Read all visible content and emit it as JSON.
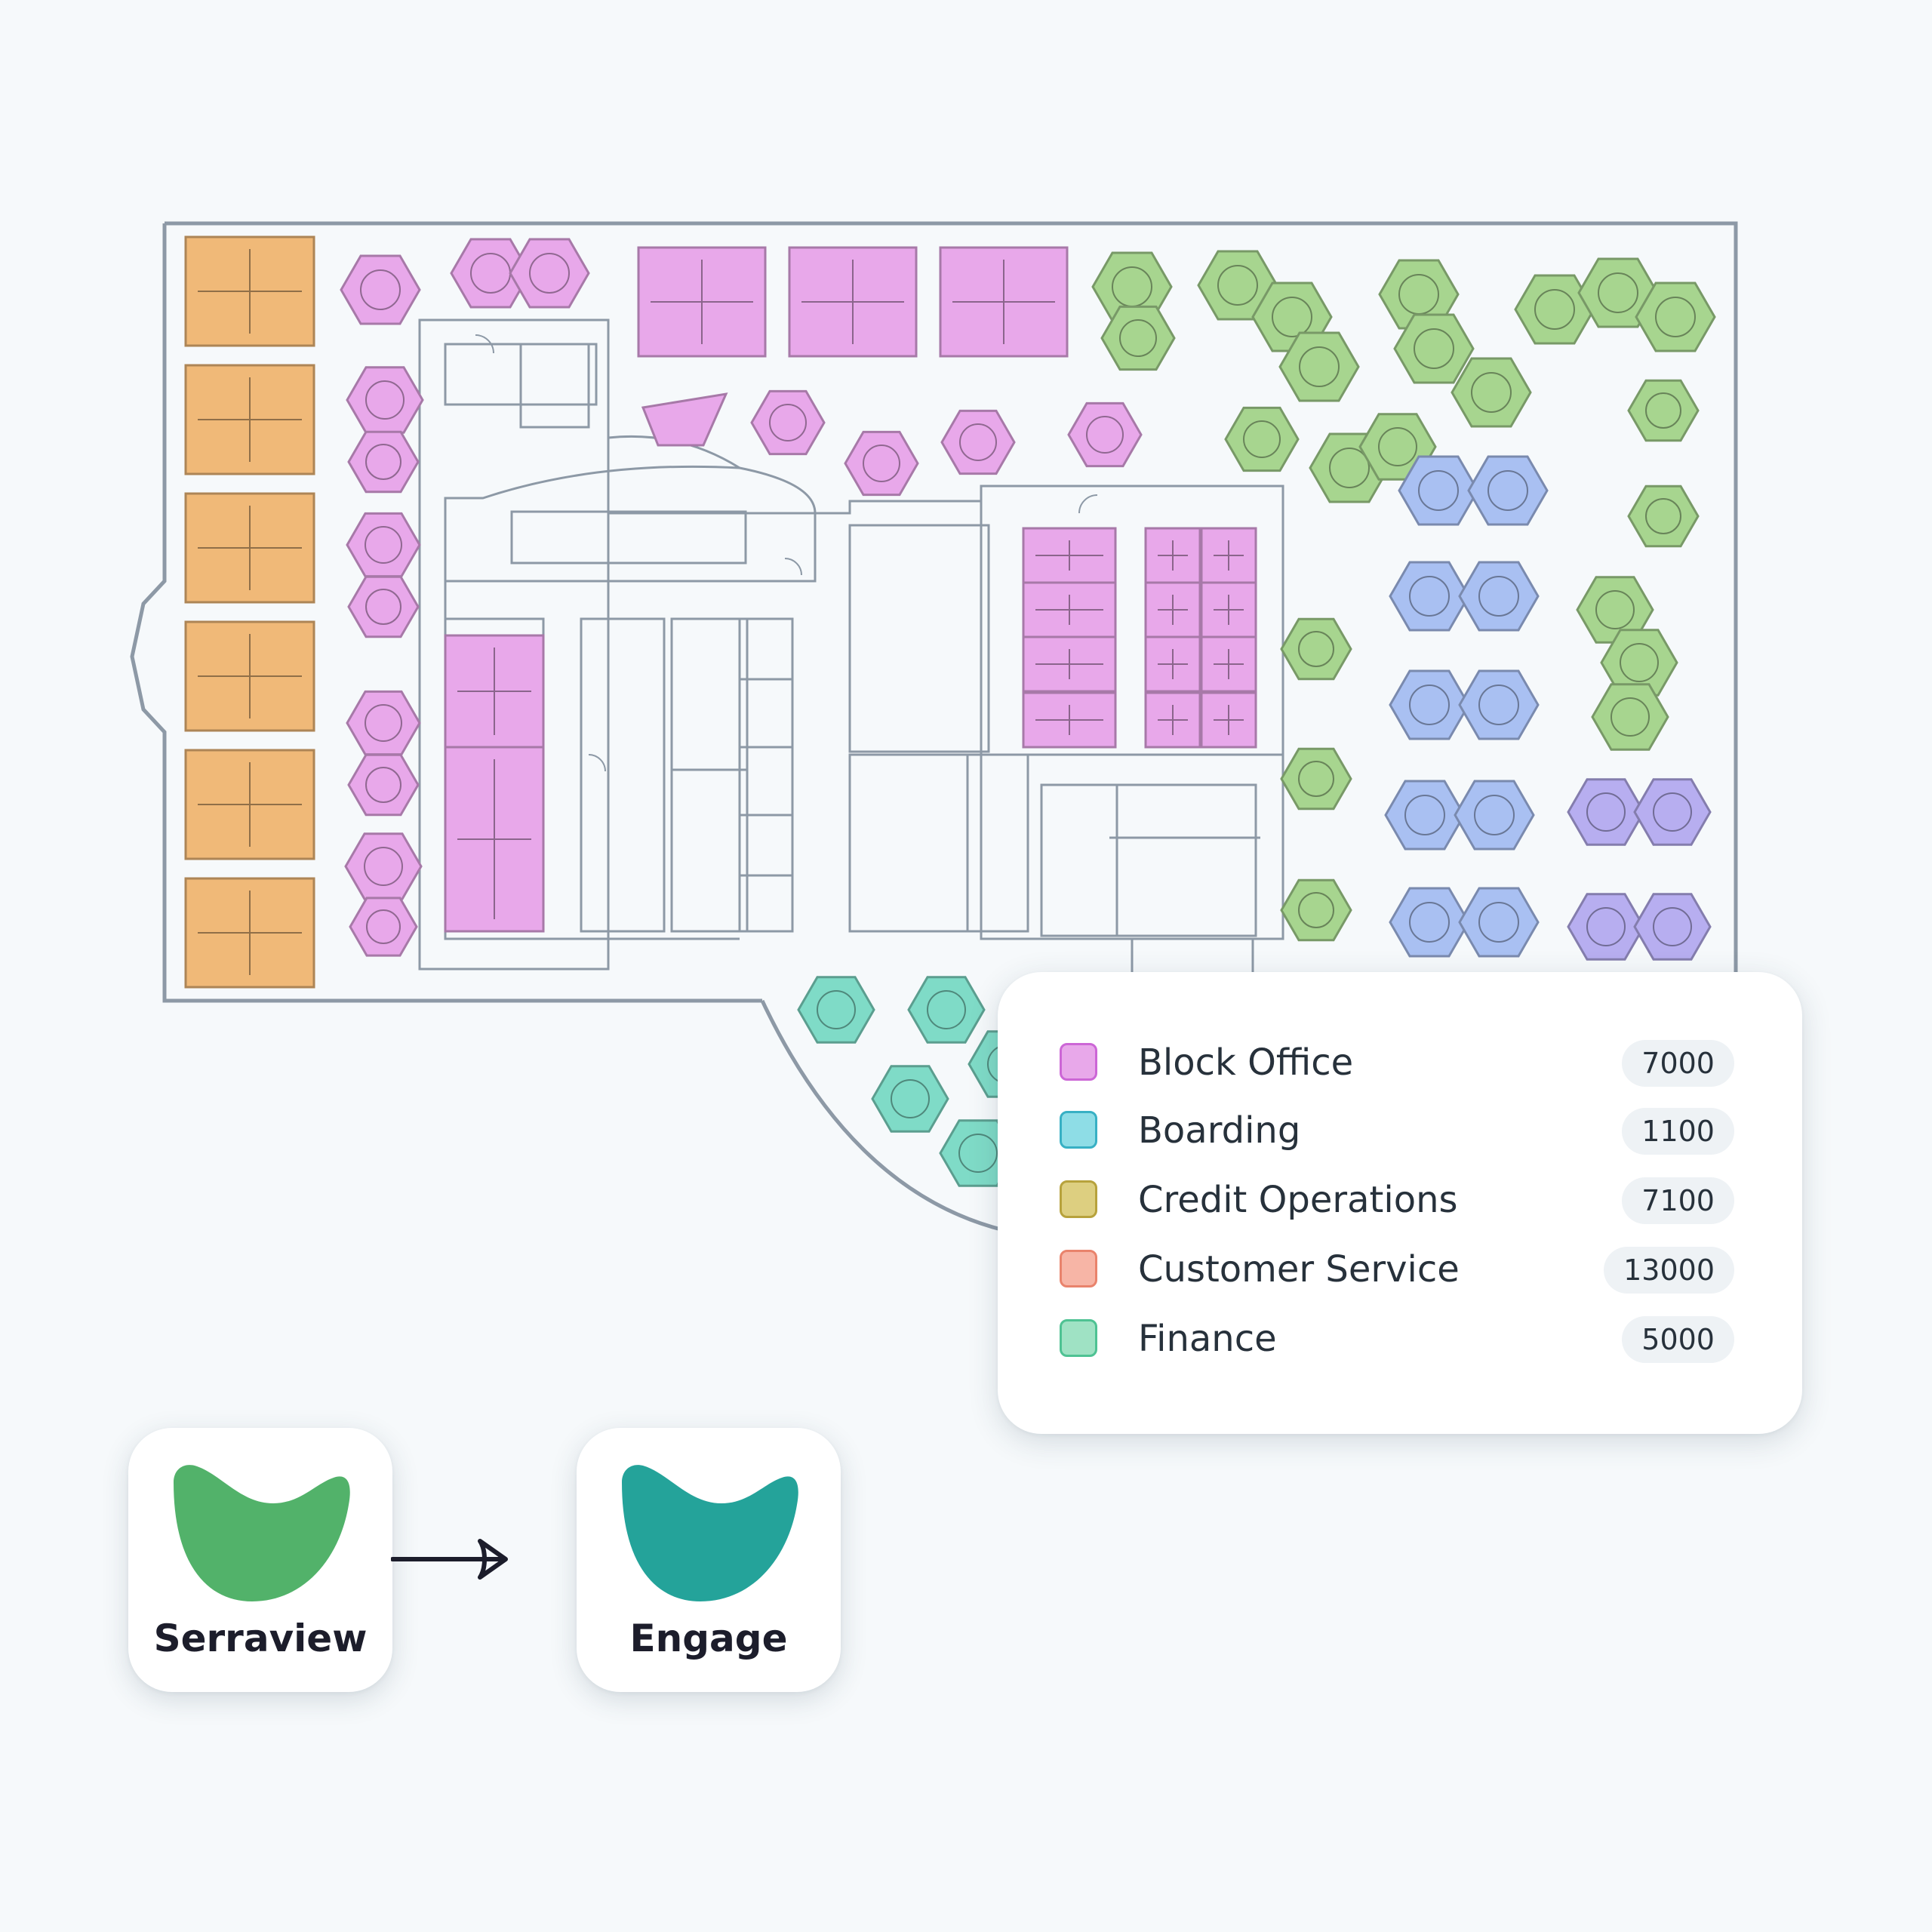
{
  "legend": {
    "items": [
      {
        "label": "Block Office",
        "value": "7000",
        "fill": "#e8a8ea",
        "stroke": "#cc66d6"
      },
      {
        "label": "Boarding",
        "value": "1100",
        "fill": "#8edde6",
        "stroke": "#37b0c4"
      },
      {
        "label": "Credit Operations",
        "value": "7100",
        "fill": "#ddcf80",
        "stroke": "#b7a23c"
      },
      {
        "label": "Customer Service",
        "value": "13000",
        "fill": "#f7b5a6",
        "stroke": "#e9836c"
      },
      {
        "label": "Finance",
        "value": "5000",
        "fill": "#9fe2c4",
        "stroke": "#4ec293"
      }
    ]
  },
  "apps": {
    "source": {
      "name": "Serraview",
      "color": "#52b26a"
    },
    "target": {
      "name": "Engage",
      "color": "#24a39a"
    }
  },
  "colors": {
    "wall": "#8d99a6",
    "orange": "#f0b978",
    "pink": "#e8a8ea",
    "green": "#a7d58f",
    "blue": "#a9c0f2",
    "purple": "#b7aef0",
    "teal": "#7fdbc7"
  }
}
